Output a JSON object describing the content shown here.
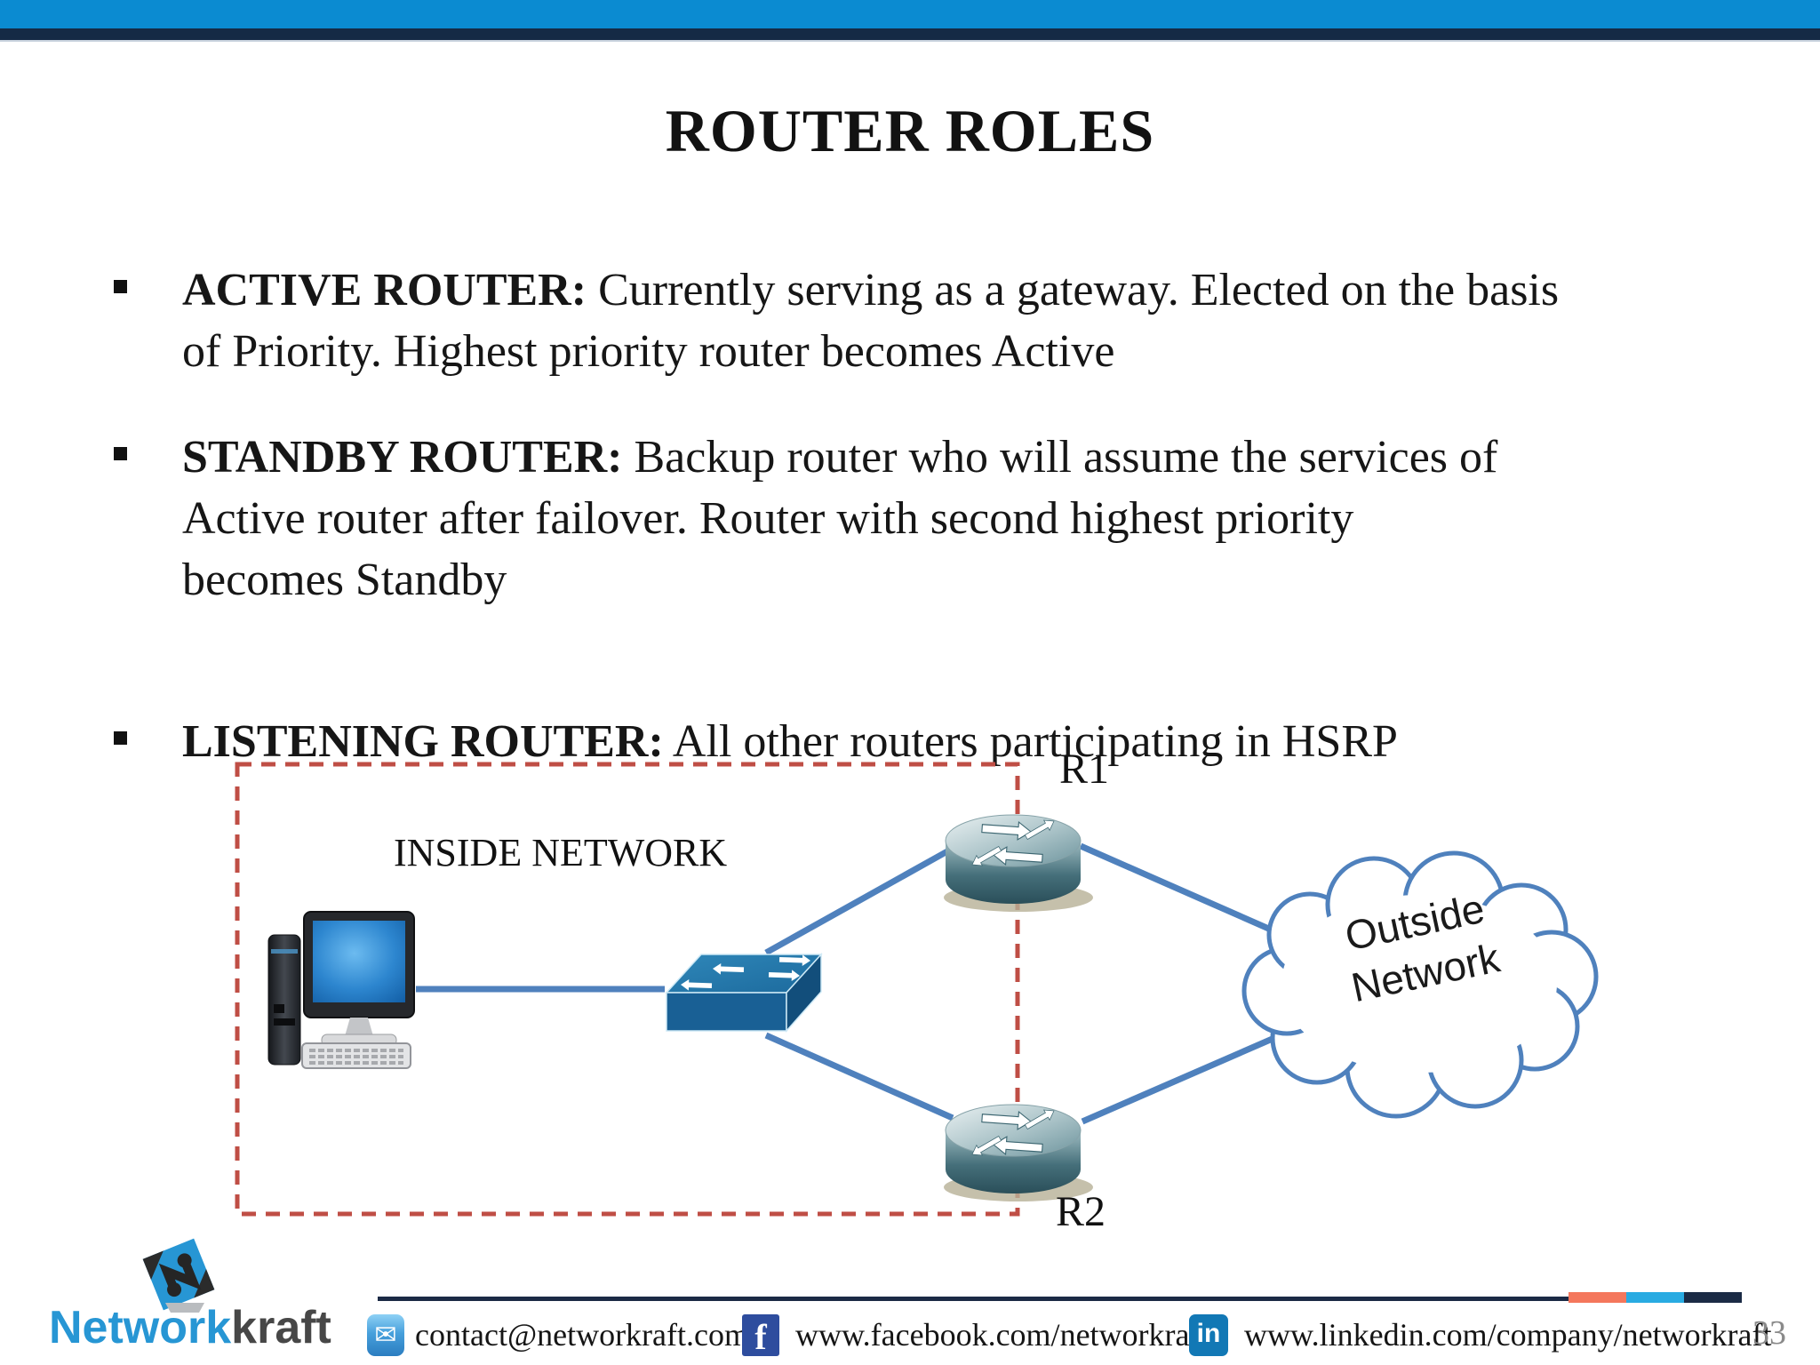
{
  "title": "ROUTER ROLES",
  "bullets": [
    {
      "lead": "ACTIVE ROUTER:",
      "text": " Currently serving as a gateway. Elected on the basis\nof Priority. Highest priority router becomes Active"
    },
    {
      "lead": "STANDBY ROUTER:",
      "text": " Backup router who will assume the services of\nActive router after failover. Router with second highest priority\nbecomes Standby"
    },
    {
      "lead": "LISTENING ROUTER:",
      "text": " All other routers participating in HSRP"
    }
  ],
  "diagram": {
    "inside_network_label": "INSIDE NETWORK",
    "router1_label": "R1",
    "router2_label": "R2",
    "cloud_label": "Outside\nNetwork",
    "colors": {
      "connector_blue": "#4f81bd",
      "boundary_red": "#bf4e45",
      "router_teal": "#41707c",
      "switch_blue": "#1e6da0"
    }
  },
  "footer": {
    "logo_part1": "Network",
    "logo_part2": "kraft",
    "email_icon_glyph": "✉",
    "email": "contact@networkraft.com",
    "facebook_icon_glyph": "f",
    "facebook": "www.facebook.com/networkraft",
    "linkedin_icon_glyph": "in",
    "linkedin": "www.linkedin.com/company/networkraft",
    "page_number": "33",
    "accent_colors": {
      "orange": "#f4775c",
      "sky": "#29abe2",
      "navy": "#1b2b45",
      "top_bar_blue": "#0b8bd1"
    }
  }
}
